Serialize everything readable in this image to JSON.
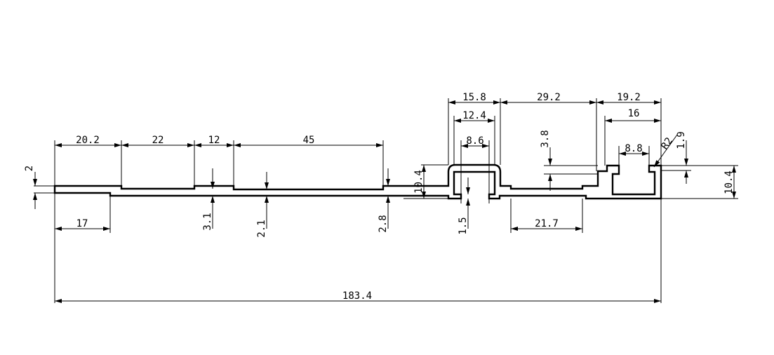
{
  "dimensions": {
    "d20_2": "20.2",
    "d22": "22",
    "d12": "12",
    "d45": "45",
    "d17": "17",
    "d2": "2",
    "d3_1": "3.1",
    "d2_1": "2.1",
    "d2_8": "2.8",
    "d15_8": "15.8",
    "d12_4": "12.4",
    "d8_6": "8.6",
    "d10_4_left": "10.4",
    "d1_5": "1.5",
    "d29_2": "29.2",
    "d3_8": "3.8",
    "d21_7": "21.7",
    "d19_2": "19.2",
    "d16": "16",
    "d8_8": "8.8",
    "r2": "R2",
    "d1_9": "1.9",
    "d10_4_right": "10.4",
    "d183_4": "183.4"
  }
}
